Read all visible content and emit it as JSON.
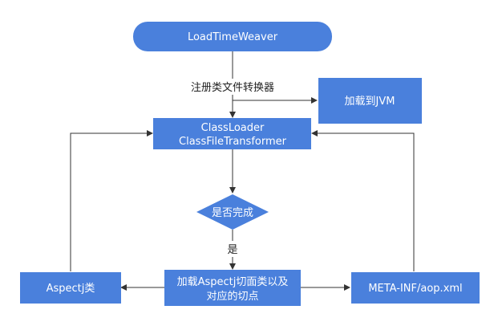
{
  "colors": {
    "node_fill": "#4a80dc",
    "node_text": "#ffffff",
    "edge": "#333333",
    "label_text": "#222222"
  },
  "nodes": {
    "load_time_weaver": "LoadTimeWeaver",
    "load_to_jvm": "加载到JVM",
    "class_loader": [
      "ClassLoader",
      "ClassFileTransformer"
    ],
    "is_done": "是否完成",
    "aspectj_class": "Aspectj类",
    "load_aspect": [
      "加载Aspectj切面类以及",
      "对应的切点"
    ],
    "meta_inf": "META-INF/aop.xml"
  },
  "edge_labels": {
    "register_transformer": "注册类文件转换器",
    "yes": "是"
  }
}
